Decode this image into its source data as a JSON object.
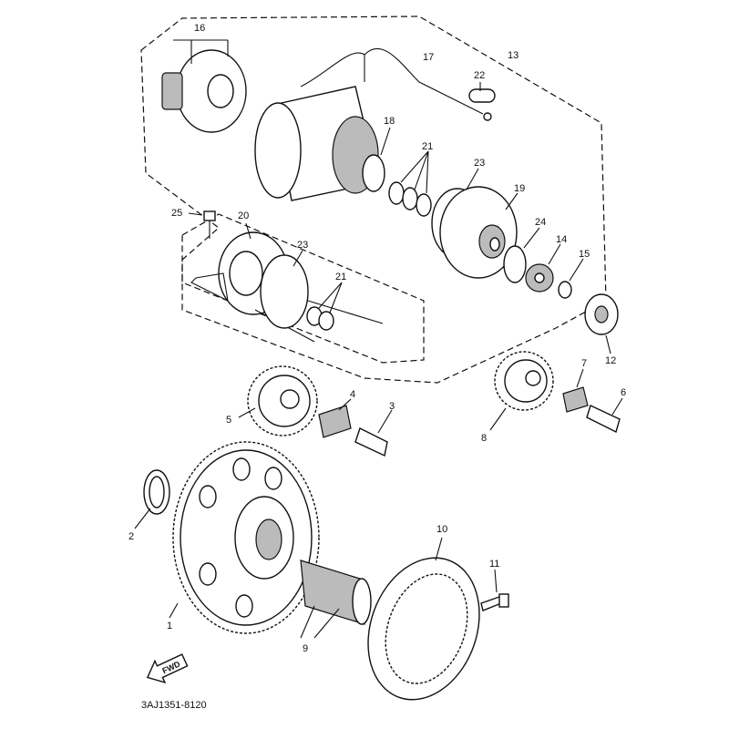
{
  "diagram": {
    "callouts": [
      "16",
      "17",
      "13",
      "22",
      "18",
      "21",
      "23",
      "19",
      "25",
      "20",
      "23",
      "24",
      "14",
      "15",
      "21",
      "12",
      "7",
      "6",
      "5",
      "4",
      "3",
      "8",
      "10",
      "11",
      "2",
      "1",
      "9"
    ],
    "fwd_label": "FWD",
    "diagram_code": "3AJ1351-8120"
  }
}
